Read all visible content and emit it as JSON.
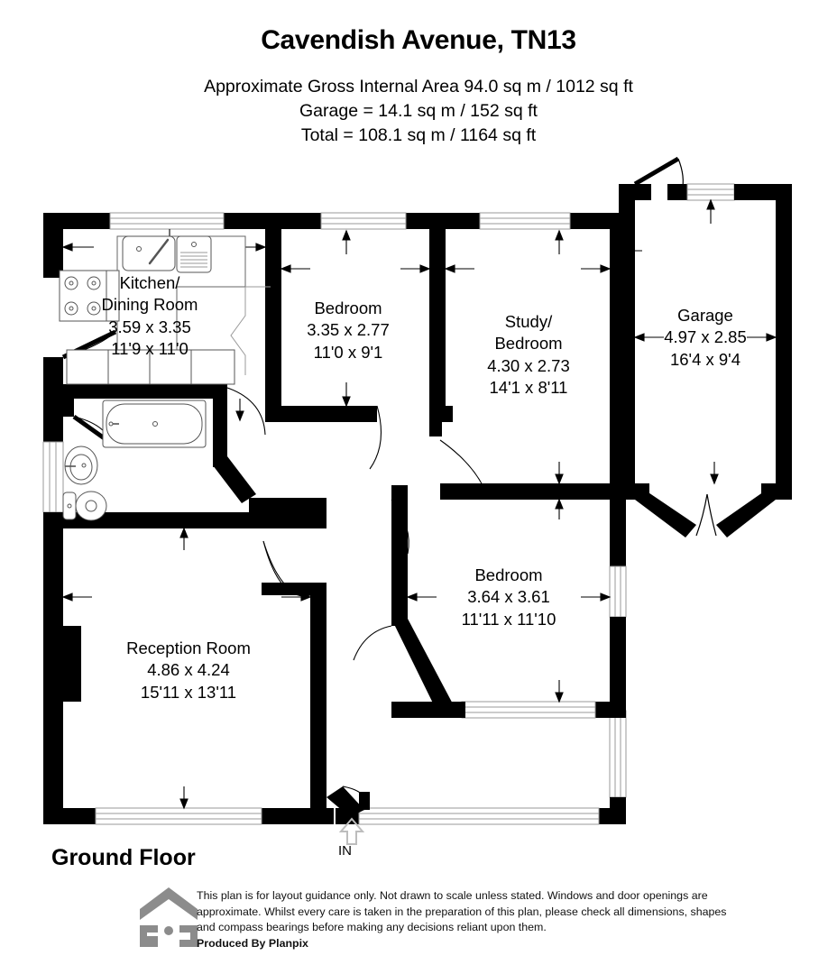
{
  "header": {
    "title": "Cavendish Avenue, TN13",
    "line1": "Approximate Gross Internal Area 94.0 sq m / 1012 sq ft",
    "line2": "Garage = 14.1 sq m / 152 sq ft",
    "line3": "Total = 108.1 sq m / 1164 sq ft"
  },
  "floor": {
    "label": "Ground Floor",
    "entrance_label": "IN"
  },
  "rooms": [
    {
      "id": "kitchen-dining-room",
      "name_line1": "Kitchen/",
      "name_line2": "Dining Room",
      "metric": "3.59 x 3.35",
      "imperial": "11'9 x 11'0"
    },
    {
      "id": "bedroom-top",
      "name_line1": "Bedroom",
      "name_line2": "",
      "metric": "3.35 x 2.77",
      "imperial": "11'0 x 9'1"
    },
    {
      "id": "study-bedroom",
      "name_line1": "Study/",
      "name_line2": "Bedroom",
      "metric": "4.30 x 2.73",
      "imperial": "14'1 x 8'11"
    },
    {
      "id": "garage",
      "name_line1": "Garage",
      "name_line2": "",
      "metric": "4.97 x 2.85",
      "imperial": "16'4 x 9'4"
    },
    {
      "id": "bedroom-main",
      "name_line1": "Bedroom",
      "name_line2": "",
      "metric": "3.64 x 3.61",
      "imperial": "11'11 x 11'10"
    },
    {
      "id": "reception-room",
      "name_line1": "Reception Room",
      "name_line2": "",
      "metric": "4.86 x 4.24",
      "imperial": "15'11 x 13'11"
    }
  ],
  "disclaimer": {
    "text": "This plan is for layout guidance only. Not drawn to scale unless stated. Windows and door openings are approximate. Whilst every care is taken in the preparation of this plan, please check all dimensions, shapes and compass bearings before making any decisions reliant upon them.",
    "producer": "Produced By Planpix"
  },
  "colors": {
    "wall": "#000000",
    "background": "#ffffff",
    "logo": "#8c8c8c",
    "fixture_line": "#555555"
  }
}
